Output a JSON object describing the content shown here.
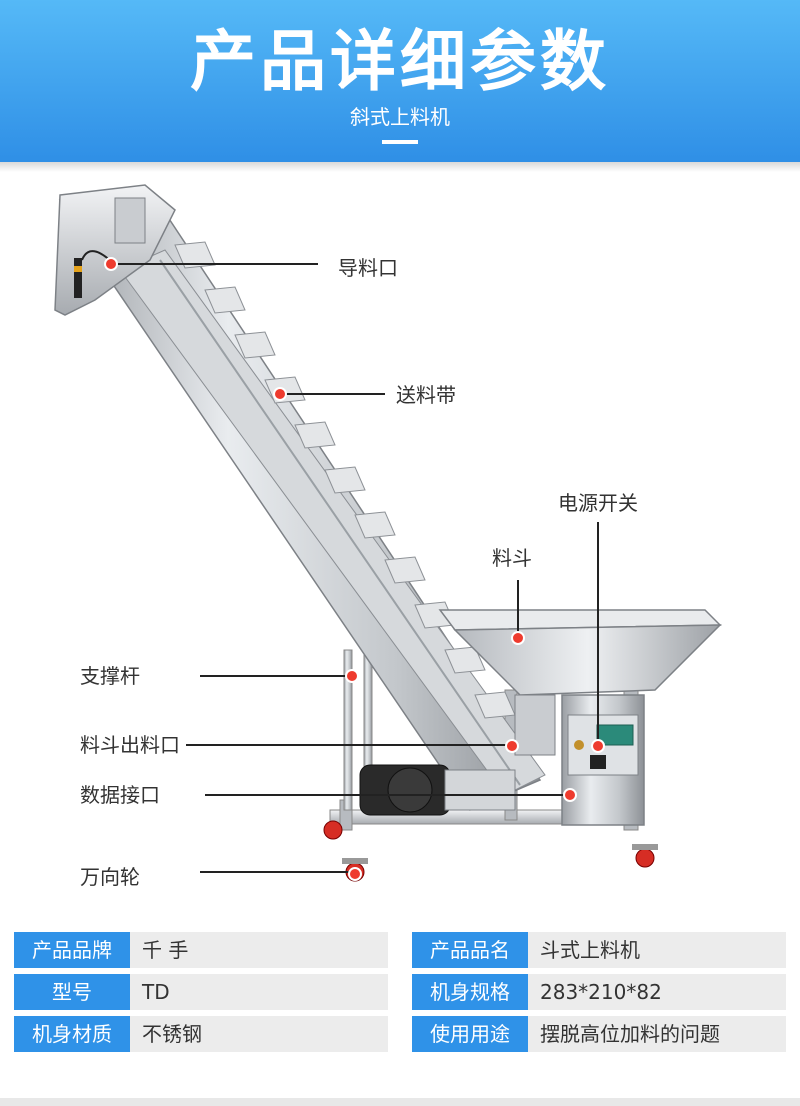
{
  "header": {
    "title": "产品详细参数",
    "subtitle": "斜式上料机"
  },
  "colors": {
    "header_top": "#55b9f7",
    "header_bottom": "#2f8fe6",
    "spec_key_bg": "#2f92e8",
    "spec_val_bg": "#ececec",
    "marker": "#ee3b2e"
  },
  "labels": {
    "feed_inlet": "导料口",
    "conveyor_belt": "送料带",
    "power_switch": "电源开关",
    "hopper": "料斗",
    "support_rod": "支撑杆",
    "hopper_outlet": "料斗出料口",
    "data_port": "数据接口",
    "caster": "万向轮"
  },
  "specs": [
    {
      "key": "产品品牌",
      "value": "千 手"
    },
    {
      "key": "产品品名",
      "value": "斗式上料机"
    },
    {
      "key": "型号",
      "value": "TD"
    },
    {
      "key": "机身规格",
      "value": "283*210*82"
    },
    {
      "key": "机身材质",
      "value": "不锈钢"
    },
    {
      "key": "使用用途",
      "value": "摆脱高位加料的问题"
    }
  ]
}
